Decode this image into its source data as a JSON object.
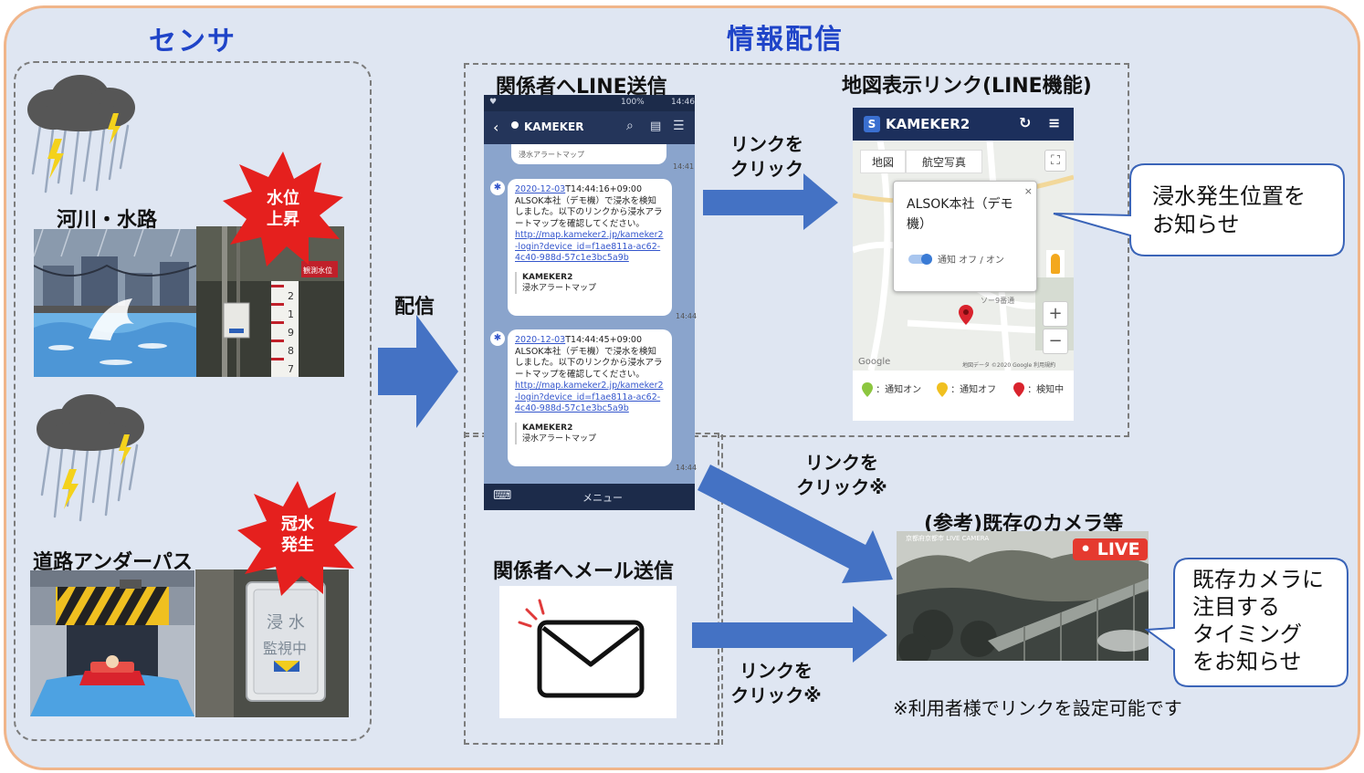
{
  "titles": {
    "sensor": "センサ",
    "info_delivery": "情報配信"
  },
  "sensor": {
    "river_label": "河川・水路",
    "water_rise_burst": [
      "水位",
      "上昇"
    ],
    "underpass_label": "道路アンダーパス",
    "flood_burst": [
      "冠水",
      "発生"
    ],
    "post_sign_line1": "浸 水",
    "post_sign_line2": "監視中",
    "gauge_sign": "観測水位"
  },
  "delivery_label": "配信",
  "line_section": {
    "title": "関係者へLINE送信",
    "status_bar_time": "14:46",
    "status_bar_battery": "100%",
    "header_name": "KAMEKER",
    "top_partial": "浸水アラートマップ",
    "top_time": "14:41",
    "messages": [
      {
        "date": "2020-12-03",
        "time_suffix": "T14:44:16+09:00",
        "body": "ALSOK本社（デモ機）で浸水を検知しました。以下のリンクから浸水アラートマップを確認してください。",
        "link": "http://map.kameker2.jp/kameker2-login?device_id=f1ae811a-ac62-4c40-988d-57c1e3bc5a9b",
        "card_title": "KAMEKER2",
        "card_sub": "浸水アラートマップ",
        "sent_time": "14:44"
      },
      {
        "date": "2020-12-03",
        "time_suffix": "T14:44:45+09:00",
        "body": "ALSOK本社（デモ機）で浸水を検知しました。以下のリンクから浸水アラートマップを確認してください。",
        "link": "http://map.kameker2.jp/kameker2-login?device_id=f1ae811a-ac62-4c40-988d-57c1e3bc5a9b",
        "card_title": "KAMEKER2",
        "card_sub": "浸水アラートマップ",
        "sent_time": "14:44"
      }
    ],
    "menu_label": "メニュー"
  },
  "mail_section": {
    "title": "関係者へメール送信"
  },
  "map_section": {
    "title": "地図表示リンク(LINE機能)",
    "app_logo_letter": "S",
    "app_name": "KAMEKER2",
    "tab_map": "地図",
    "tab_aerial": "航空写真",
    "popup_title": "ALSOK本社（デモ機）",
    "popup_toggle": "通知 オフ / オン",
    "street_text": "ソー9番通",
    "google_label": "Google",
    "map_credit": "地図データ ©2020 Google   利用規約",
    "legend": [
      {
        "label": "：通知オン",
        "color": "#8cc63f"
      },
      {
        "label": "：通知オフ",
        "color": "#f0c020"
      },
      {
        "label": "：検知中",
        "color": "#d9232d"
      }
    ]
  },
  "camera_section": {
    "title": "(参考)既存のカメラ等",
    "live_badge": "• LIVE",
    "caption_text": "京都府京都市 LIVE CAMERA",
    "footnote": "※利用者様でリンクを設定可能です"
  },
  "arrows": {
    "click_to_map": [
      "リンクを",
      "クリック"
    ],
    "line_to_camera": [
      "リンクを",
      "クリック※"
    ],
    "mail_to_camera": [
      "リンクを",
      "クリック※"
    ]
  },
  "bubbles": {
    "map": [
      "浸水発生位置を",
      "お知らせ"
    ],
    "camera": [
      "既存カメラに",
      "注目する",
      "タイミング",
      "をお知らせ"
    ]
  },
  "colors": {
    "arrow_blue": "#4472c4",
    "title_blue": "#1f44c8",
    "burst_red": "#e5201e",
    "frame_orange": "#f0b58a",
    "background": "#dfe6f2",
    "line_header": "#1c2b4a",
    "map_header": "#1c2f5c",
    "live_red": "#e53a2f"
  }
}
